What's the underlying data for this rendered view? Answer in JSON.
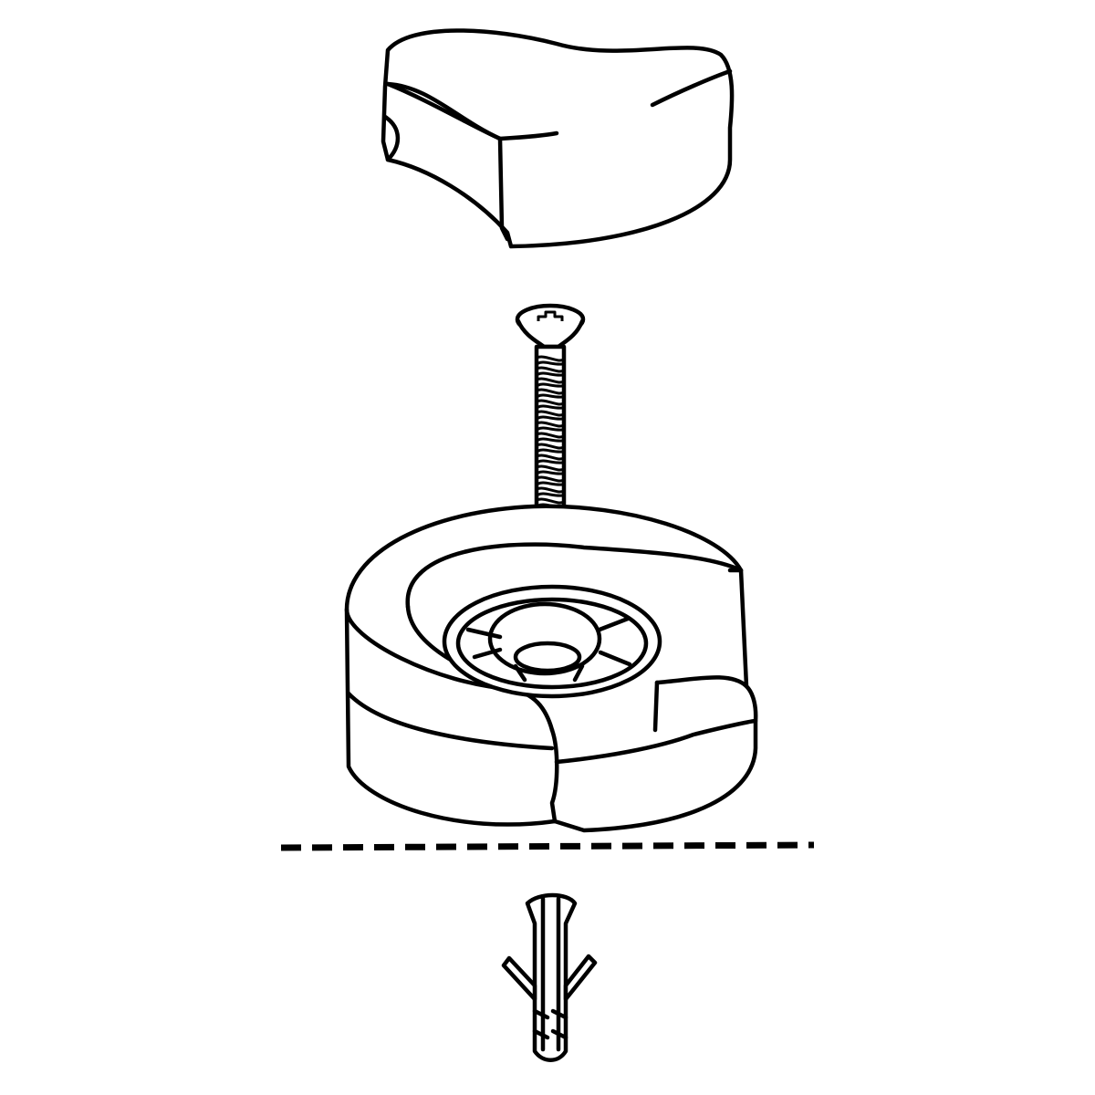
{
  "illustration": {
    "style": "black line art on white",
    "stroke_color": "#000000",
    "background_color": "#ffffff",
    "parts": [
      {
        "id": "cap",
        "icon": "rubber-cap-icon"
      },
      {
        "id": "screw",
        "icon": "countersunk-screw-icon"
      },
      {
        "id": "base",
        "icon": "door-stop-base-icon"
      },
      {
        "id": "floor-line",
        "icon": "dashed-surface-line"
      },
      {
        "id": "dowel",
        "icon": "wall-plug-icon"
      }
    ]
  }
}
